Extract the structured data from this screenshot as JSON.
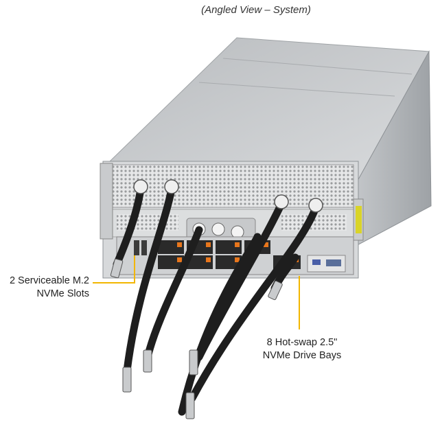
{
  "header": {
    "title": "(Angled View – System)"
  },
  "callouts": {
    "m2_line1": "2 Serviceable M.2",
    "m2_line2": "NVMe Slots",
    "drive_line1": "8 Hot-swap 2.5\"",
    "drive_line2": "NVMe Drive Bays"
  },
  "colors": {
    "callout_line": "#f2b600",
    "chassis": "#cfd2d4",
    "hose": "#222222",
    "drive_accent": "#e8761c"
  }
}
